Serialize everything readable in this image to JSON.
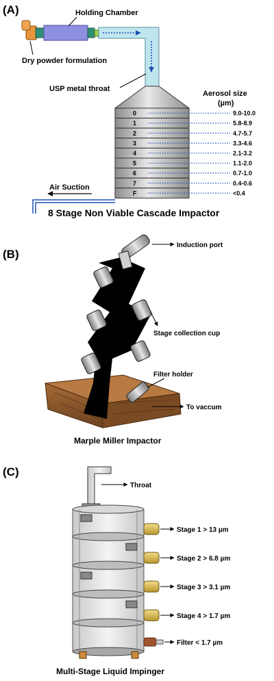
{
  "panel_a": {
    "label": "(A)",
    "holding_chamber": "Holding Chamber",
    "dry_powder": "Dry powder formulation",
    "usp_throat": "USP metal throat",
    "aerosol_size_title": "Aerosol size",
    "aerosol_size_unit": "(µm)",
    "air_suction": "Air Suction",
    "title": "8 Stage Non Viable Cascade Impactor",
    "stages": [
      {
        "stage": "0",
        "range": "9.0-10.0"
      },
      {
        "stage": "1",
        "range": "5.8-8.9"
      },
      {
        "stage": "2",
        "range": "4.7-5.7"
      },
      {
        "stage": "3",
        "range": "3.3-4.6"
      },
      {
        "stage": "4",
        "range": "2.1-3.2"
      },
      {
        "stage": "5",
        "range": "1.1-2.0"
      },
      {
        "stage": "6",
        "range": "0.7-1.0"
      },
      {
        "stage": "7",
        "range": "0.4-0.6"
      },
      {
        "stage": "F",
        "range": "<0.4"
      }
    ]
  },
  "panel_b": {
    "label": "(B)",
    "induction_port": "Induction port",
    "stage_cup": "Stage collection cup",
    "filter_holder": "Filter holder",
    "to_vacuum": "To vaccum",
    "title": "Marple Miller Impactor"
  },
  "panel_c": {
    "label": "(C)",
    "throat": "Throat",
    "stages": [
      "Stage 1 > 13 µm",
      "Stage 2 > 6.8 µm",
      "Stage 3 > 3.1 µm",
      "Stage 4 > 1.7 µm",
      "Filter < 1.7 µm"
    ],
    "title": "Multi-Stage Liquid Impinger"
  },
  "colors": {
    "holding_chamber": "#8e8fe0",
    "pipe": "#bfe6ee",
    "orange": "#e8963c",
    "wood": "#8b5a2b",
    "stack_gray": "#b8b8b8"
  }
}
